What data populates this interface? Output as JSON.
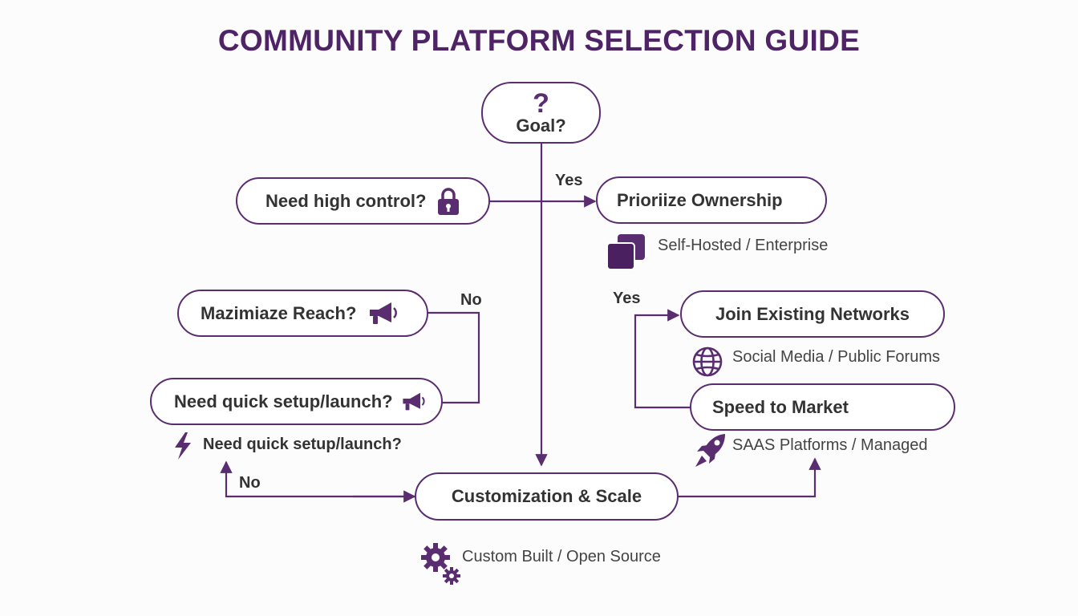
{
  "title": "COMMUNITY PLATFORM SELECTION GUIDE",
  "nodes": {
    "goal": "Goal?",
    "control": "Need high control?",
    "ownership": "Prioriize Ownership",
    "reach": "Mazimiaze Reach?",
    "quick": "Need quick setup/launch?",
    "join": "Join Existing Networks",
    "speed": "Speed to Market",
    "custom": "Customization & Scale"
  },
  "labels": {
    "yes_control": "Yes",
    "no_reach": "No",
    "yes_join": "Yes",
    "no_custom": "No",
    "quick_repeat": "Need quick setup/launch?"
  },
  "descriptions": {
    "self_hosted": "Self-Hosted / Enterprise",
    "social": "Social Media / Public Forums",
    "saas": "SAAS Platforms / Managed",
    "custom_built": "Custom Built / Open Source"
  },
  "icons": {
    "goal": "question-icon",
    "control": "lock-icon",
    "reach": "megaphone-icon",
    "quick": "megaphone-icon",
    "self_hosted": "stacked-squares-icon",
    "social": "globe-icon",
    "saas": "rocket-icon",
    "quick_repeat": "lightning-icon",
    "custom_built": "gears-icon"
  },
  "colors": {
    "accent": "#5a2d70",
    "title": "#4f2466",
    "text": "#333333"
  }
}
